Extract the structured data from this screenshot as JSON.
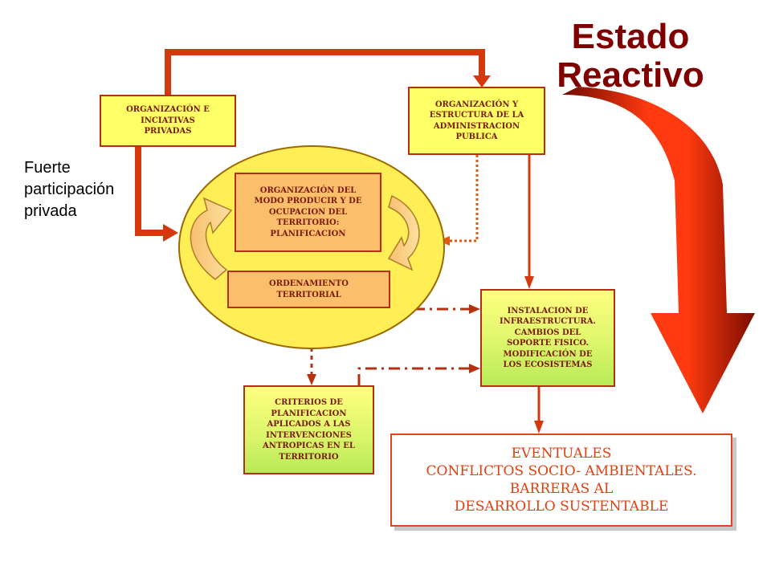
{
  "title": "Estado\nReactivo",
  "side_label": "Fuerte\nparticipación\nprivada",
  "boxes": {
    "private_initiatives": "ORGANIZACIÓN E\nINCIATIVAS\nPRIVADAS",
    "public_admin": "ORGANIZACIÓN Y\nESTRUCTURA DE LA\nADMINISTRACION\nPUBLICA",
    "production_mode": "ORGANIZACIÓN DEL\nMODO PRODUCIR Y DE\nOCUPACION DEL\nTERRITORIO:\nPLANIFICACION",
    "territorial_planning": "ORDENAMIENTO\nTERRITORIAL",
    "infrastructure": "INSTALACION DE\nINFRAESTRUCTURA.\nCAMBIOS DEL\nSOPORTE FISICO.\nMODIFICACIÓN DE\nLOS ECOSISTEMAS",
    "criteria": "CRITERIOS DE\nPLANIFICACION\nAPLICADOS A LAS\nINTERVENCIONES\nANTROPICAS EN EL\nTERRITORIO",
    "conflicts": "EVENTUALES\nCONFLICTOS SOCIO- AMBIENTALES.\nBARRERAS AL\nDESARROLLO SUSTENTABLE"
  },
  "colors": {
    "arrow_red": "#d4380d",
    "dotted_orange": "#e05a10",
    "box_border": "#b5300f",
    "ellipse_fill": "#ffee55",
    "title_color": "#800000",
    "conflict_text": "#e0400f"
  }
}
